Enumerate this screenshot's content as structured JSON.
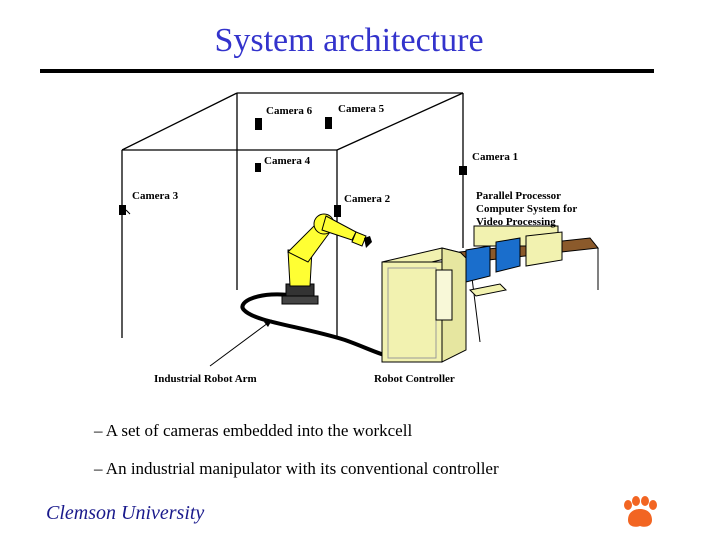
{
  "slide": {
    "title": "System architecture",
    "bullets": [
      "– A set of cameras embedded into the workcell",
      "– An industrial manipulator with its conventional controller"
    ],
    "footer": "Clemson University"
  },
  "diagram": {
    "labels": {
      "camera6": "Camera 6",
      "camera5": "Camera 5",
      "camera4": "Camera 4",
      "camera1": "Camera 1",
      "camera3": "Camera 3",
      "camera2": "Camera 2",
      "processor_line1": "Parallel Processor",
      "processor_line2": "Computer System for",
      "processor_line3": "Video Processing",
      "robot_arm": "Industrial Robot Arm",
      "robot_controller": "Robot Controller"
    }
  },
  "colors": {
    "title": "#3333cc",
    "footer": "#1a1a8c",
    "robot": "#ffff33",
    "controller": "#f2f2b0",
    "monitor": "#1a6ecc",
    "table": "#8b5a2b",
    "logo": "#f26522"
  },
  "icons": [
    "camera-icon",
    "clemson-paw-logo"
  ]
}
